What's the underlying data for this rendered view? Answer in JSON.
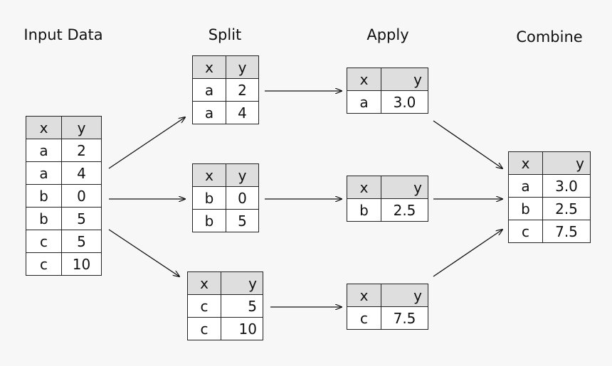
{
  "titles": {
    "input": "Input Data",
    "split": "Split",
    "apply": "Apply",
    "combine": "Combine"
  },
  "input_table": {
    "headers": [
      "x",
      "y"
    ],
    "rows": [
      [
        "a",
        "2"
      ],
      [
        "a",
        "4"
      ],
      [
        "b",
        "0"
      ],
      [
        "b",
        "5"
      ],
      [
        "c",
        "5"
      ],
      [
        "c",
        "10"
      ]
    ]
  },
  "split_tables": [
    {
      "headers": [
        "x",
        "y"
      ],
      "rows": [
        [
          "a",
          "2"
        ],
        [
          "a",
          "4"
        ]
      ]
    },
    {
      "headers": [
        "x",
        "y"
      ],
      "rows": [
        [
          "b",
          "0"
        ],
        [
          "b",
          "5"
        ]
      ]
    },
    {
      "headers": [
        "x",
        "y"
      ],
      "rows": [
        [
          "c",
          "5"
        ],
        [
          "c",
          "10"
        ]
      ]
    }
  ],
  "apply_tables": [
    {
      "headers": [
        "x",
        "y"
      ],
      "rows": [
        [
          "a",
          "3.0"
        ]
      ]
    },
    {
      "headers": [
        "x",
        "y"
      ],
      "rows": [
        [
          "b",
          "2.5"
        ]
      ]
    },
    {
      "headers": [
        "x",
        "y"
      ],
      "rows": [
        [
          "c",
          "7.5"
        ]
      ]
    }
  ],
  "combine_table": {
    "headers": [
      "x",
      "y"
    ],
    "rows": [
      [
        "a",
        "3.0"
      ],
      [
        "b",
        "2.5"
      ],
      [
        "c",
        "7.5"
      ]
    ]
  }
}
